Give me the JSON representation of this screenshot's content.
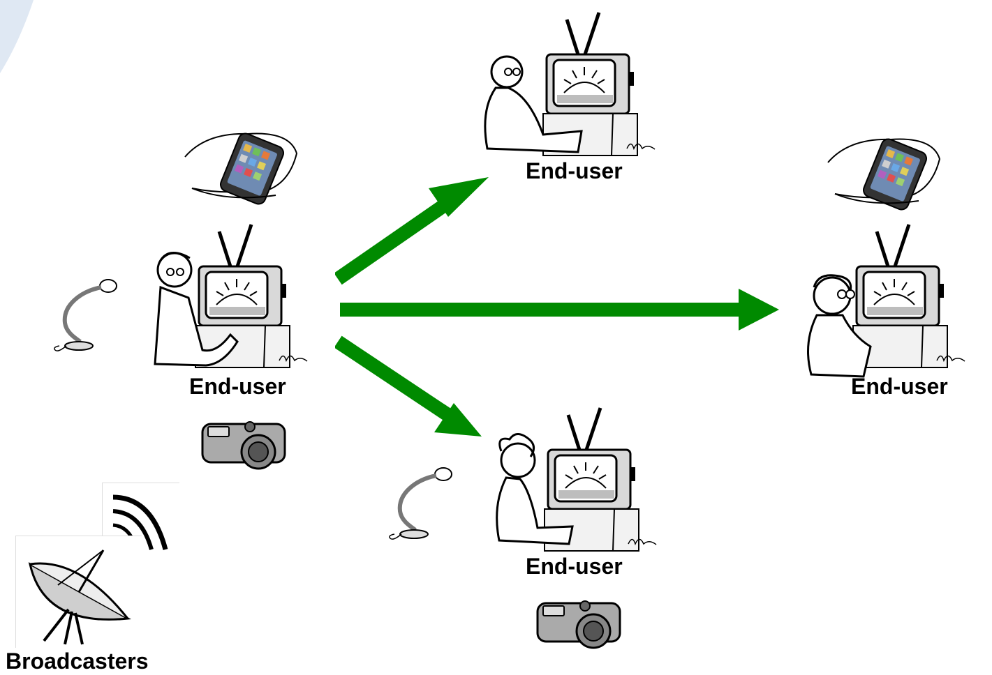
{
  "labels": {
    "end_user_left": "End-user",
    "end_user_top": "End-user",
    "end_user_bottom": "End-user",
    "end_user_right": "End-user",
    "broadcasters": "Broadcasters"
  },
  "icons": {
    "corner": "corner-swoosh-icon",
    "phone": "smartphone-in-hand-icon",
    "tv_viewer": "person-watching-tv-icon",
    "microphone": "microphone-icon",
    "camera": "camera-icon",
    "dish": "satellite-dish-icon",
    "signal": "broadcast-waves-icon",
    "arrow": "arrow-icon"
  },
  "colors": {
    "arrow": "#008a00",
    "corner": "#dfe8f3",
    "ink": "#000000"
  }
}
